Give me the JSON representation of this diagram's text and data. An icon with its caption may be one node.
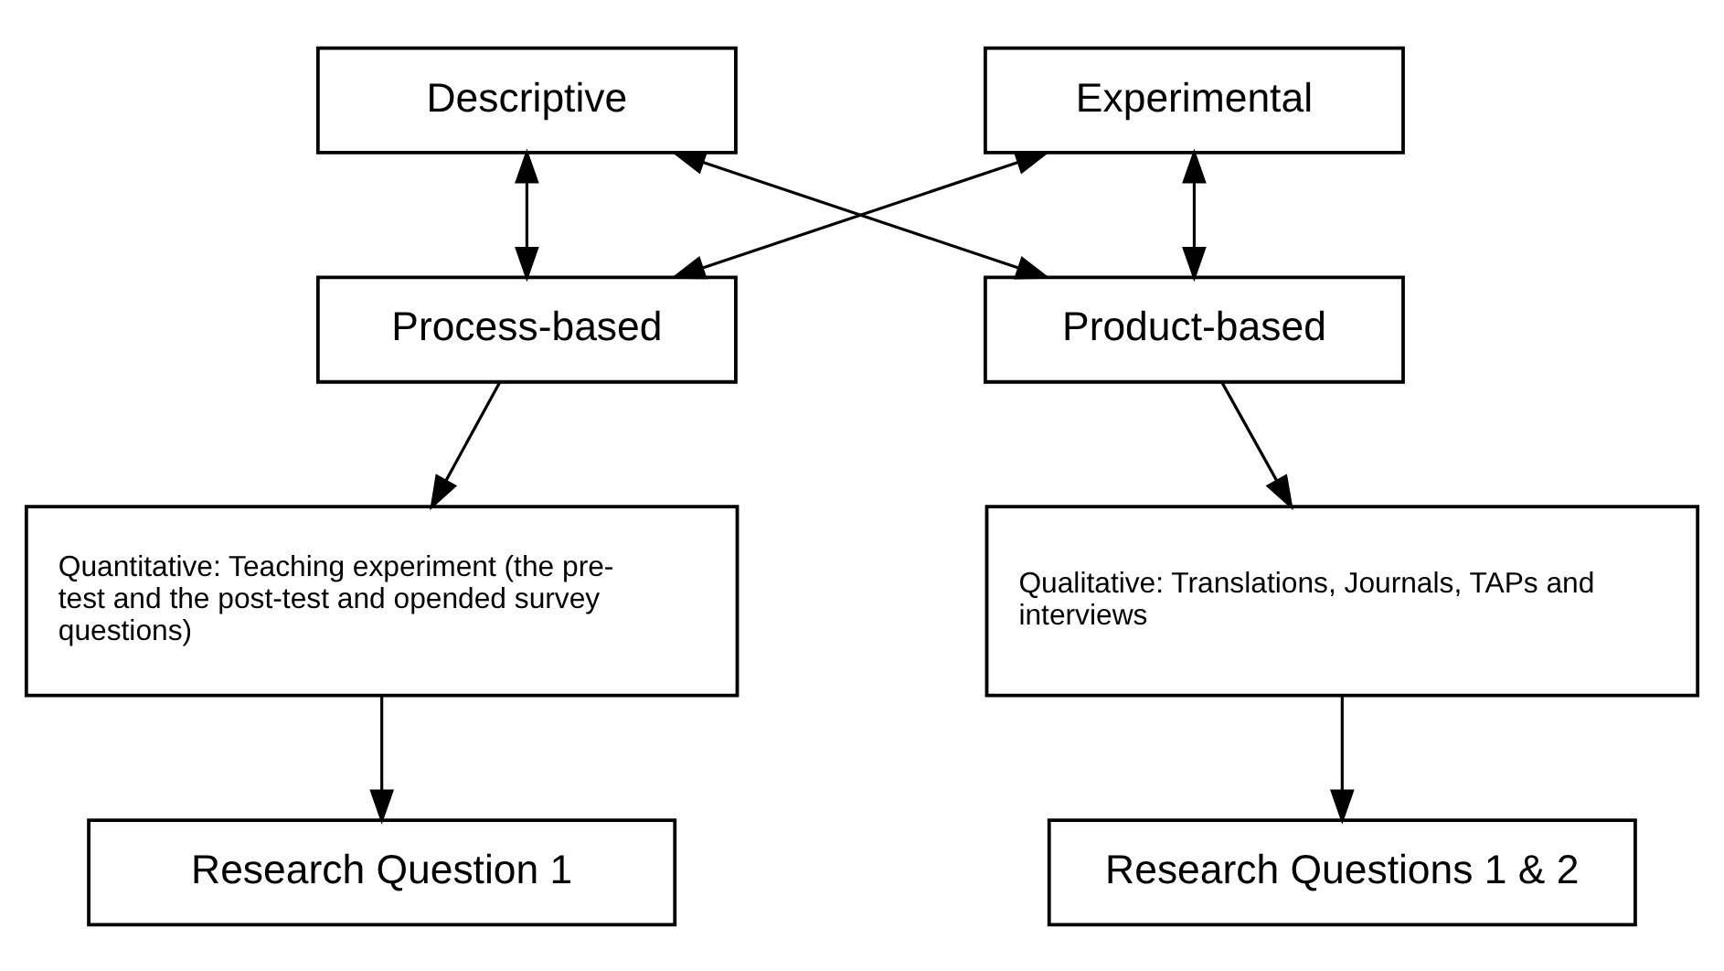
{
  "diagram": {
    "nodes": [
      {
        "text": [
          "Descriptive"
        ]
      },
      {
        "text": [
          "Experimental"
        ]
      },
      {
        "text": [
          "Process-based"
        ]
      },
      {
        "text": [
          "Product-based"
        ]
      },
      {
        "text": [
          "Quantitative: Teaching experiment (the pre-test and the post-test and opended survey questions)"
        ]
      },
      {
        "text": [
          "Qualitative: Translations, Journals, TAPs and interviews"
        ]
      },
      {
        "text": [
          "Research Question 1"
        ]
      },
      {
        "text": [
          "Research Questions 1 & 2"
        ]
      }
    ],
    "edges": [
      {
        "from": 0,
        "to": 2,
        "arrow": "both"
      },
      {
        "from": 0,
        "to": 3,
        "arrow": "both"
      },
      {
        "from": 1,
        "to": 2,
        "arrow": "both"
      },
      {
        "from": 1,
        "to": 3,
        "arrow": "both"
      },
      {
        "from": 2,
        "to": 4,
        "arrow": "to"
      },
      {
        "from": 3,
        "to": 5,
        "arrow": "to"
      },
      {
        "from": 4,
        "to": 6,
        "arrow": "to"
      },
      {
        "from": 5,
        "to": 7,
        "arrow": "to"
      }
    ]
  }
}
